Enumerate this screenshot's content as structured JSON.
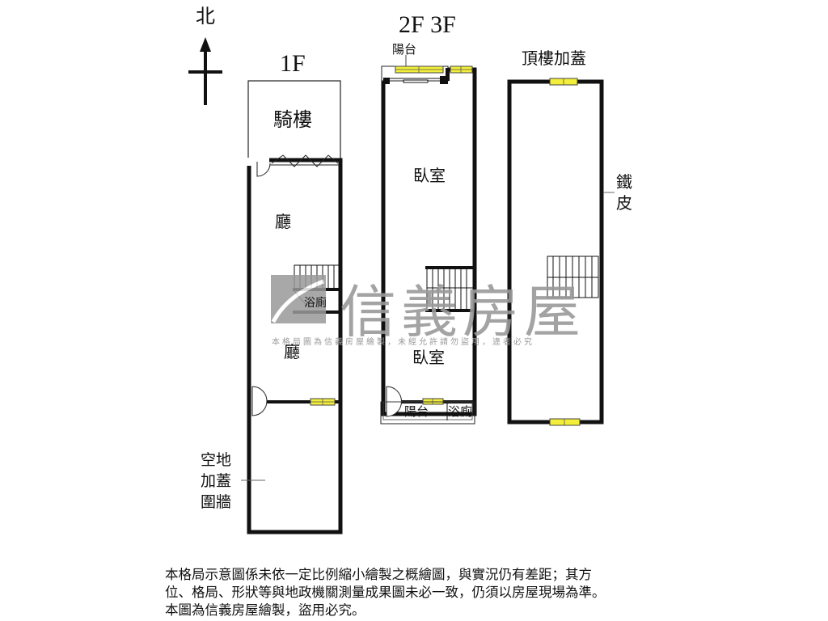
{
  "compass": {
    "label": "北",
    "icon": "north-arrow-icon"
  },
  "floors": {
    "f1": {
      "title": "1F",
      "rooms": {
        "arcade": "騎樓",
        "living_upper": "廳",
        "bathroom": "浴廁",
        "living_lower": "廳"
      },
      "annotation": [
        "空地",
        "加蓋",
        "圍牆"
      ]
    },
    "f23": {
      "title": "2F 3F",
      "rooms": {
        "balcony_front": "陽台",
        "bedroom_upper": "臥室",
        "bedroom_lower": "臥室",
        "balcony_back": "陽台",
        "bathroom": "浴廁"
      }
    },
    "roof": {
      "title": "頂樓加蓋",
      "annotation": [
        "鐵",
        "皮"
      ]
    }
  },
  "watermark": {
    "brand": "信義房屋",
    "notice": "本格局圖為信義房屋繪製，未經允許請勿盜用，違者必究"
  },
  "disclaimer": {
    "lines": [
      "本格局示意圖係未依一定比例縮小繪製之概繪圖，與實況仍有差距；其方",
      "位、格局、形狀等與地政機關測量成果圖未必一致，仍須以房屋現場為準。",
      "本圖為信義房屋繪製，盜用必究。"
    ]
  },
  "colors": {
    "wall": "#111111",
    "window_fill": "#f2ee3a",
    "watermark": "#9a9a9a",
    "background": "#ffffff"
  }
}
